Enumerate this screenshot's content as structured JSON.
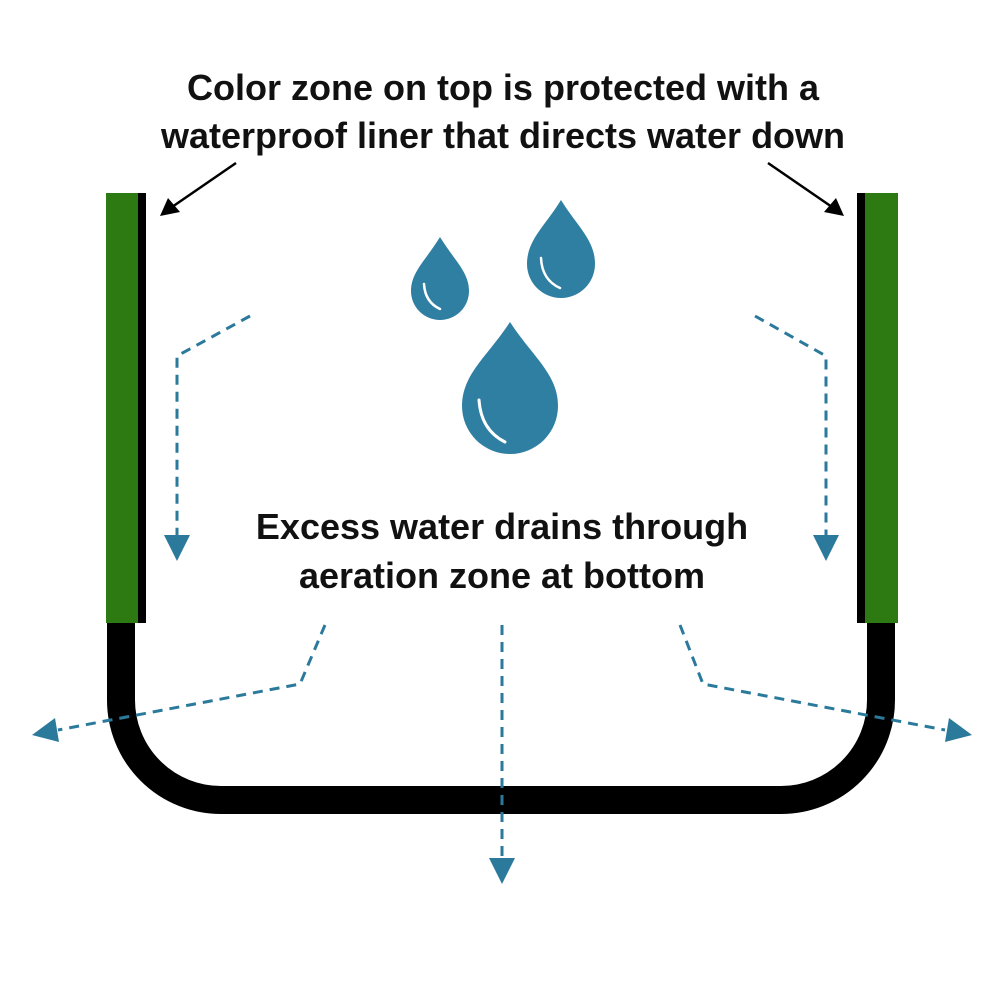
{
  "top_caption": {
    "line1": "Color zone on top is protected with a",
    "line2": "waterproof liner that directs water down"
  },
  "bottom_caption": {
    "line1": "Excess water drains through",
    "line2": "aeration zone at bottom"
  },
  "colors": {
    "color_zone": "#2e7a12",
    "liner": "#000000",
    "water": "#2f7fa3",
    "flow_arrow": "#2b7a9c",
    "text": "#111111"
  }
}
